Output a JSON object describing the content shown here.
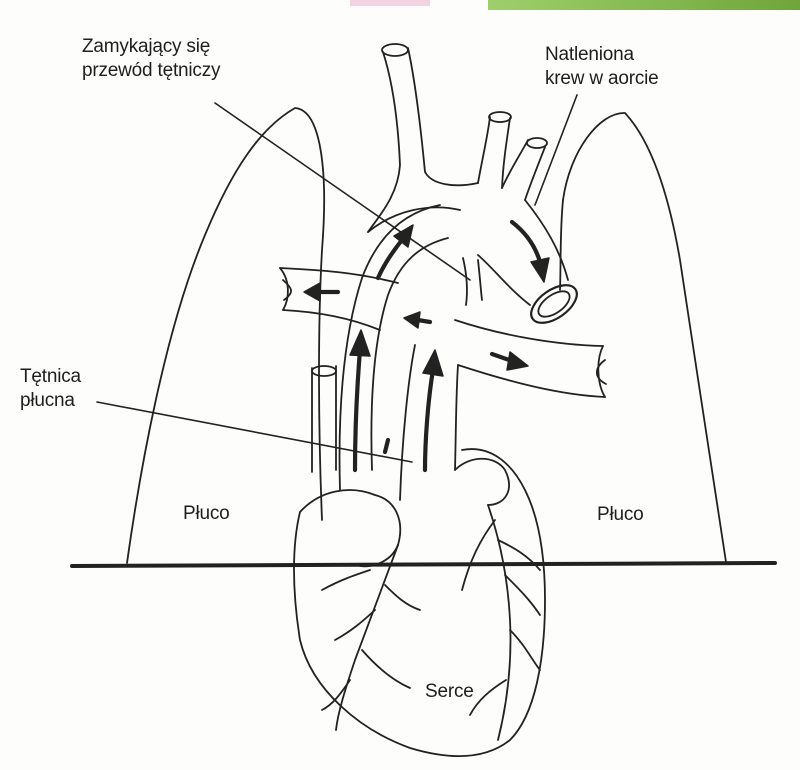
{
  "labels": {
    "ductus": [
      "Zamykający się",
      "przewód tętniczy"
    ],
    "aorta": [
      "Natleniona",
      "krew w aorcie"
    ],
    "pulmonary": [
      "Tętnica",
      "płucna"
    ],
    "lung_left": "Płuco",
    "lung_right": "Płuco",
    "heart": "Serce"
  },
  "colors": {
    "ink": "#222222",
    "accent": "#6fa53a",
    "accent_light": "#9fcf6c",
    "pink": "#f2cfe0"
  }
}
